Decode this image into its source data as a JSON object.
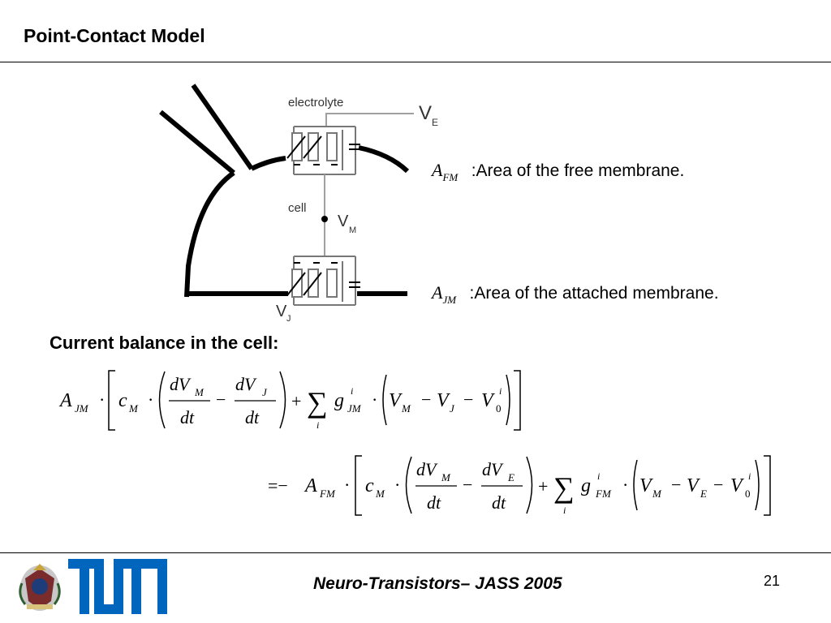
{
  "header": {
    "title": "Point-Contact Model"
  },
  "diagram": {
    "electrolyte_label": "electrolyte",
    "cell_label": "cell",
    "ve_main": "V",
    "ve_sub": "E",
    "vm_main": "V",
    "vm_sub": "M",
    "vj_main": "V",
    "vj_sub": "J"
  },
  "definitions": [
    {
      "symbol": "A",
      "subscript": "FM",
      "text": ":Area of the free membrane."
    },
    {
      "symbol": "A",
      "subscript": "JM",
      "text": ":Area of the attached membrane."
    }
  ],
  "section": {
    "heading": "Current balance in the cell:"
  },
  "equation": {
    "line1": {
      "A": "A",
      "A_sub": "JM",
      "c": "c",
      "c_sub": "M",
      "num1": "dV",
      "num1_sub": "M",
      "num2": "dV",
      "num2_sub": "J",
      "den": "dt",
      "sum_index": "i",
      "g": "g",
      "g_sub": "JM",
      "g_sup": "i",
      "v1": "V",
      "v1_sub": "M",
      "v2": "V",
      "v2_sub": "J",
      "v3": "V",
      "v3_sub": "0",
      "v3_sup": "i"
    },
    "line2": {
      "prefix": "=−",
      "A": "A",
      "A_sub": "FM",
      "c": "c",
      "c_sub": "M",
      "num1": "dV",
      "num1_sub": "M",
      "num2": "dV",
      "num2_sub": "E",
      "den": "dt",
      "sum_index": "i",
      "g": "g",
      "g_sub": "FM",
      "g_sup": "i",
      "v1": "V",
      "v1_sub": "M",
      "v2": "V",
      "v2_sub": "E",
      "v3": "V",
      "v3_sub": "0",
      "v3_sup": "i"
    }
  },
  "footer": {
    "title": "Neuro-Transistors– JASS 2005",
    "page": "21"
  },
  "colors": {
    "text": "#000000",
    "background": "#ffffff",
    "logo_blue": "#0065bd",
    "diagram_gray": "#a0a0a0"
  }
}
